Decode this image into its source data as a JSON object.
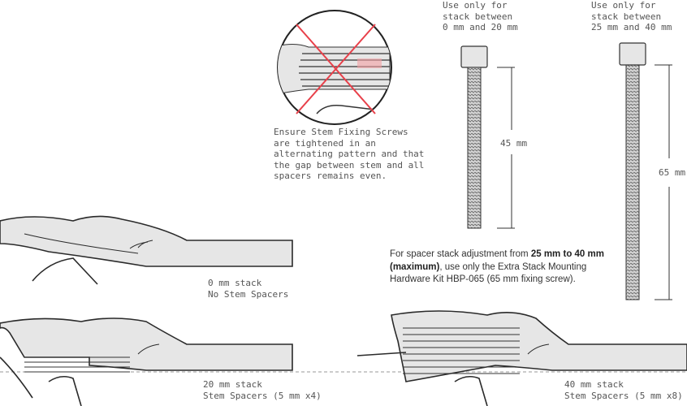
{
  "screws": {
    "short": {
      "caption_line1": "Use only for",
      "caption_line2": "stack between",
      "caption_line3": "0 mm and 20 mm",
      "length_label": "45 mm"
    },
    "long": {
      "caption_line1": "Use only for",
      "caption_line2": "stack between",
      "caption_line3": "25 mm and 40 mm",
      "length_label": "65 mm"
    }
  },
  "warning_note": {
    "line1": "Ensure Stem Fixing Screws",
    "line2": "are tightened in an",
    "line3": "alternating pattern and that",
    "line4": "the gap between stem and all",
    "line5": "spacers remains even."
  },
  "stacks": {
    "zero": {
      "title": "0 mm stack",
      "subtitle": "No Stem Spacers"
    },
    "twenty": {
      "title": "20 mm stack",
      "subtitle": "Stem Spacers (5 mm x4)"
    },
    "forty": {
      "title": "40 mm stack",
      "subtitle": "Stem Spacers (5 mm x8)"
    }
  },
  "adjust_note": {
    "prefix": "For spacer stack adjustment from ",
    "bold1": "25 mm",
    "mid1": " ",
    "bold2": "to 40 mm (maximum)",
    "suffix": ", use only the Extra Stack Mounting Hardware Kit HBP-065 (65 mm fixing screw)."
  },
  "colors": {
    "line": "#2a2a2a",
    "fill": "#d9d9d9",
    "cross": "#e8404a",
    "text": "#555555"
  }
}
